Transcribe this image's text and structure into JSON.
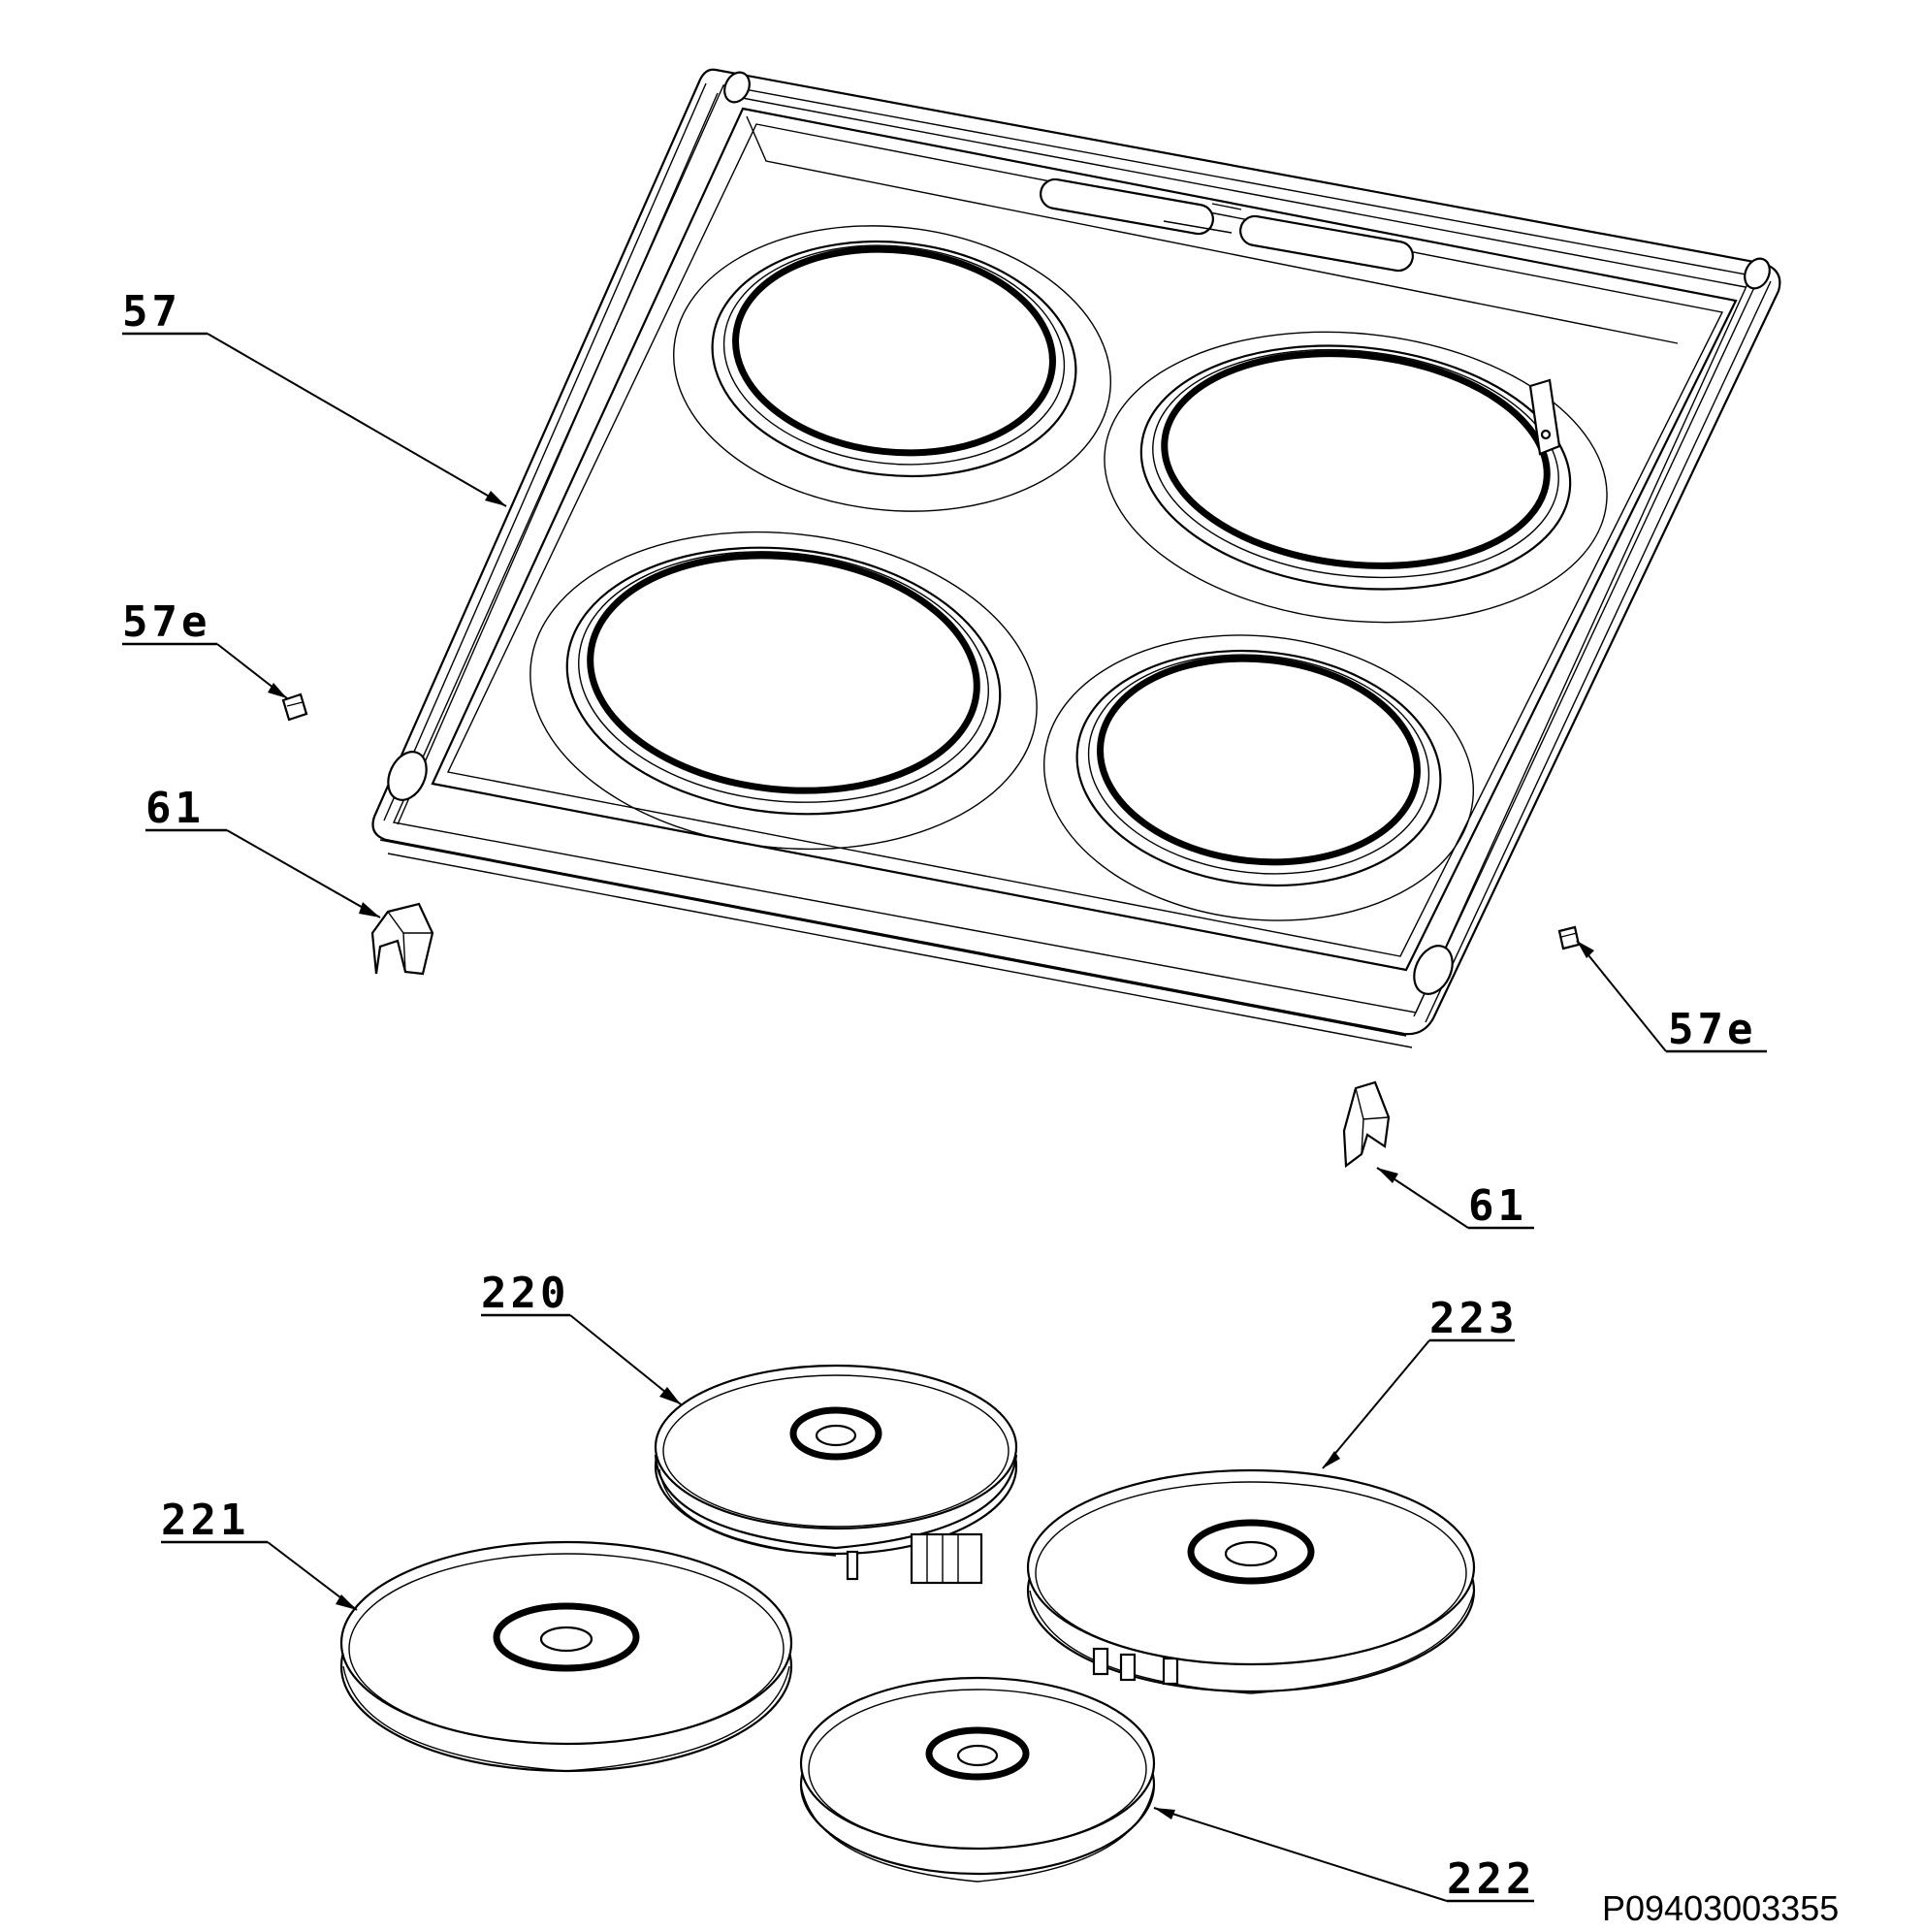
{
  "labels": {
    "frame": "57",
    "clip_left": "57e",
    "clip_right": "57e",
    "bracket_left": "61",
    "bracket_right": "61",
    "hotplate_220": "220",
    "hotplate_221": "221",
    "hotplate_222": "222",
    "hotplate_223": "223"
  },
  "drawing_code": "P09403003355"
}
